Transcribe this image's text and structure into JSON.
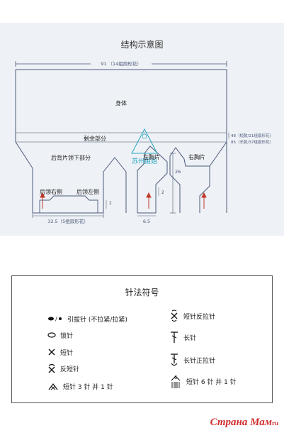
{
  "structure": {
    "title": "结构示意图",
    "width_label": "91 （14组扇形花）",
    "body_label": "身体",
    "remaining_label": "剩余部分",
    "back_lower_label": "后背片领下部分",
    "left_chest_label": "左胸片",
    "right_chest_label": "右胸片",
    "back_right_label": "后领右侧",
    "back_left_label": "后领左侧",
    "side_label_1": "48（短款/21组扇形花）",
    "side_label_2": "85（长款/37组扇形花）",
    "dim_26": "26",
    "dim_2a": "2",
    "dim_2b": "2",
    "bottom_label": "32.5（5组扇形花）",
    "dim_6_5": "6.5",
    "logo_text": "苏州姐姐"
  },
  "legend": {
    "title": "针法符号",
    "items": [
      {
        "icon": "slip-stitch-icon",
        "label": "引拔针 (不拉紧/拉紧)"
      },
      {
        "icon": "chain-stitch-icon",
        "label": "锁针"
      },
      {
        "icon": "single-crochet-icon",
        "label": "短针"
      },
      {
        "icon": "reverse-single-crochet-icon",
        "label": "反短针"
      },
      {
        "icon": "sc3tog-icon",
        "label": "短针 3 针 并 1 针"
      },
      {
        "icon": "back-post-sc-icon",
        "label": "短针反拉针"
      },
      {
        "icon": "treble-crochet-icon",
        "label": "长针"
      },
      {
        "icon": "front-post-treble-icon",
        "label": "长针正拉针"
      },
      {
        "icon": "sc6tog-icon",
        "label": "短针 6 针 并 1 针"
      }
    ]
  },
  "watermark": {
    "text": "Страна Мам",
    "suffix": "ru"
  },
  "colors": {
    "panel": "#eef1f5",
    "outline": "#4a5a7a",
    "arrow": "#c0392b",
    "logo": "#2aa6c4"
  }
}
